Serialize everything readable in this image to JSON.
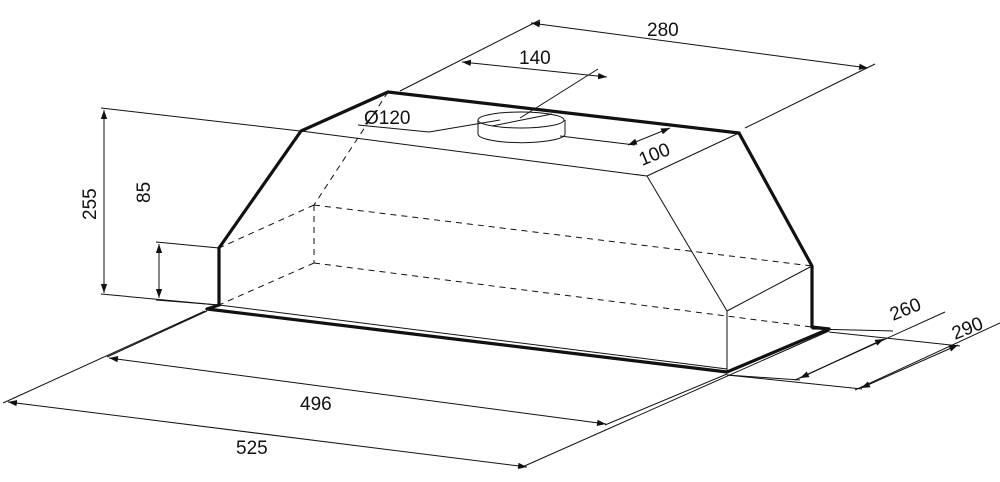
{
  "dimensions": {
    "top_depth": "280",
    "duct_offset": "140",
    "duct_diameter": "Ø120",
    "duct_side_offset": "100",
    "total_height": "255",
    "base_height": "85",
    "width_inner": "496",
    "width_outer": "525",
    "depth_inner": "260",
    "depth_outer": "290"
  },
  "colors": {
    "line": "#111111",
    "background": "#ffffff"
  }
}
